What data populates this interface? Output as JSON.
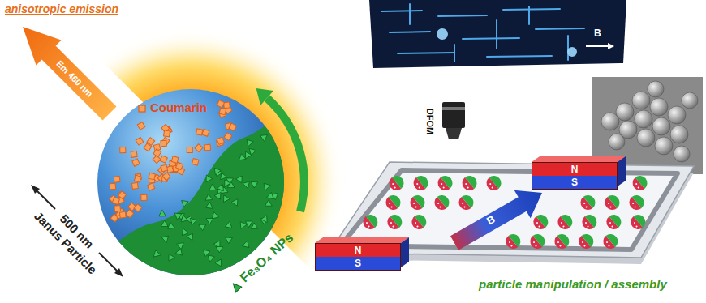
{
  "diagram": {
    "nodes": [
      {
        "text": [
          "N",
          "S"
        ]
      },
      {
        "text": [
          "N",
          "S"
        ]
      }
    ],
    "labels": [
      "anisotropic emission",
      "Em 460 nm",
      "Coumarin",
      "Fe₃O₄ NPs",
      "500 nm",
      "Janus Particle",
      "B",
      "DFOM",
      "B",
      "particle manipulation / assembly"
    ]
  }
}
